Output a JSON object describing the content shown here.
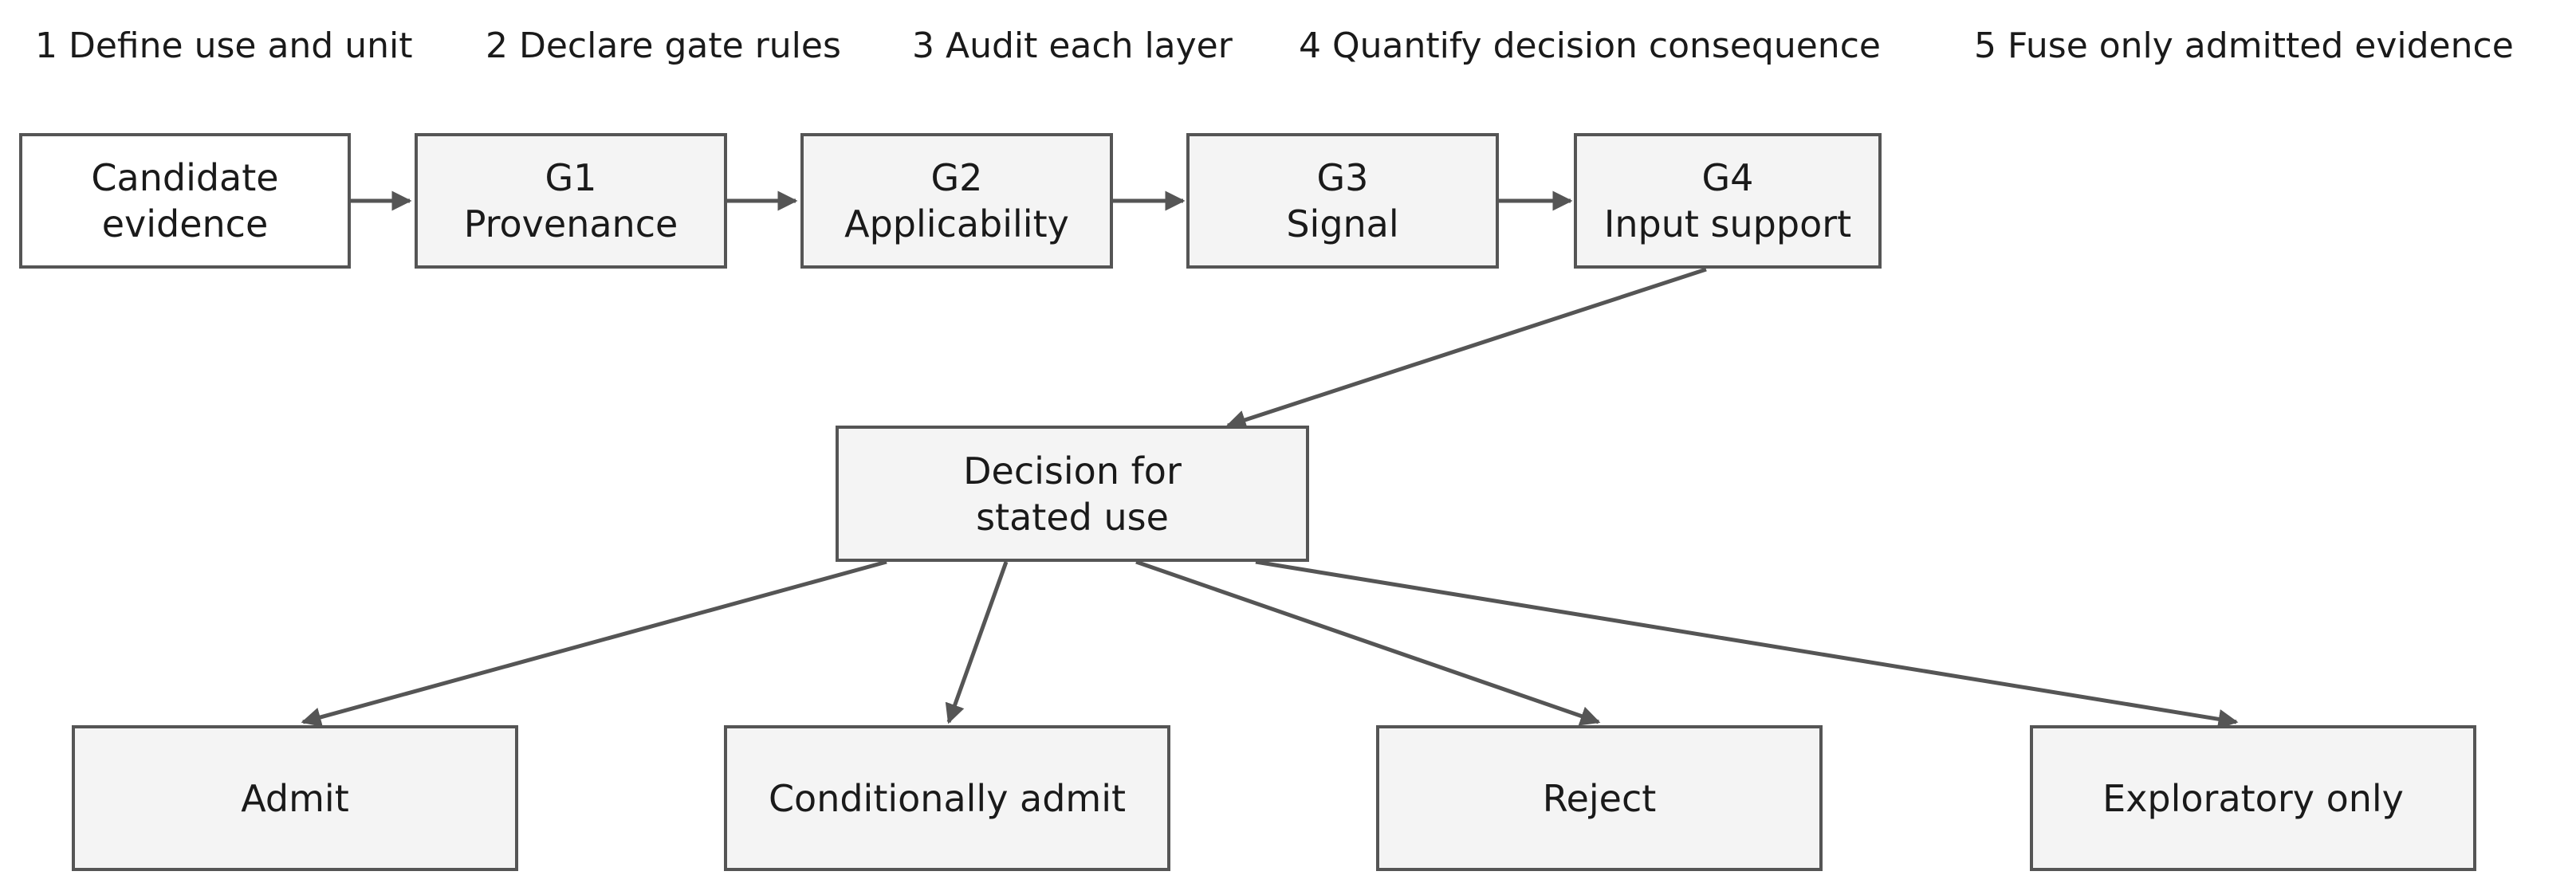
{
  "steps": [
    "1 Define use and unit",
    "2 Declare gate rules",
    "3 Audit each layer",
    "4 Quantify decision consequence",
    "5 Fuse only admitted evidence"
  ],
  "nodes": {
    "candidate": "Candidate\nevidence",
    "g1": "G1\nProvenance",
    "g2": "G2\nApplicability",
    "g3": "G3\nSignal",
    "g4": "G4\nInput support",
    "decision": "Decision for\nstated use",
    "admit": "Admit",
    "conditional": "Conditionally admit",
    "reject": "Reject",
    "exploratory": "Exploratory only"
  },
  "colors": {
    "edge": "#555555",
    "box_fill": "#f4f4f4",
    "box_border": "#555555",
    "text": "#1a1a1a"
  }
}
